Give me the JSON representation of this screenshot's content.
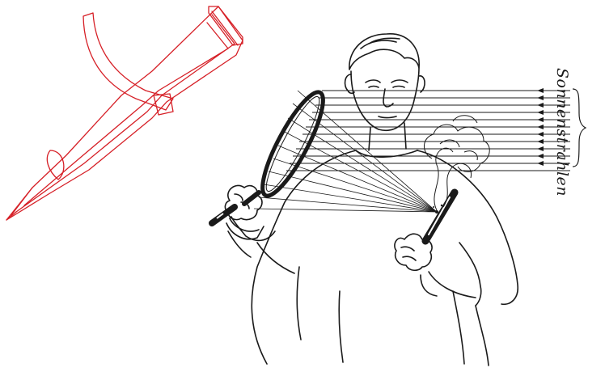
{
  "caption": "Sonnenstrahlen",
  "colors": {
    "ink": "#1a1a1a",
    "red_outline": "#d61f26",
    "background": "#ffffff"
  },
  "icons": {
    "left": "pointed-tool-outline",
    "figure": "boy-with-magnifying-glass"
  }
}
